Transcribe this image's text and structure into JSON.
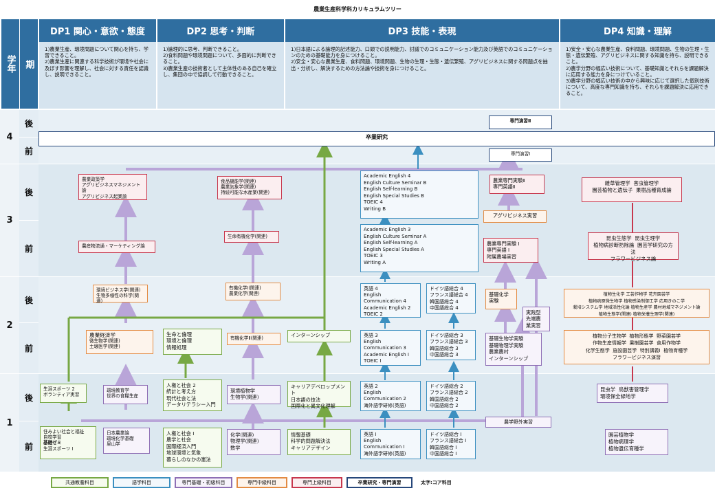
{
  "title": "農業生産科学科カリキュラムツリー",
  "header": {
    "year": "学年",
    "term": "期"
  },
  "dp": [
    {
      "label": "DP1 関心・意欲・態度",
      "desc": [
        "1)農業生産、環境問題について関心を持ち、学習できること。",
        "2)農業生産に関連する科学技術が環境や社会に及ぼす影響を理解し、社会に対する責任を認識し、説明できること。"
      ]
    },
    {
      "label": "DP2 思考・判断",
      "desc": [
        "1)論理的に思考、判断できること。",
        "2)食料問題や環境問題について、多面的に判断できること。",
        "3)農業生産の技術者として主体性のある自己を確立し、集団の中で協調して行動できること。"
      ]
    },
    {
      "label": "DP3 技能・表現",
      "desc": [
        "1)日本語による論理的記述能力、口頭での説明能力、討議でのコミュニケーション能力及び英語でのコミュニケーションのための基礎能力を身につけること。",
        "2)安全・安心な農業生産、食料問題、環境問題、生物の生理・生態・遺伝繁殖、アグリビジネスに関する問題点を抽出・分析し、解決するための方法論や技術を身につけること。"
      ]
    },
    {
      "label": "DP4 知識・理解",
      "desc": [
        "1)安全・安心な農業生産、食料問題、環境問題、生物の生理・生態・遺伝繁殖、アグリビジネスに関する知識を持ち、説明できること。",
        "2)農学分野の幅広い技術について、基礎知識とそれらを課題解決に応用する能力を身につけていること。",
        "3)農学分野の幅広い技術の中から興味に応じて選択した個別技術について、高度な専門知識を持ち、それらを課題解決に応用できること。"
      ]
    }
  ],
  "years": [
    "4",
    "3",
    "2",
    "1"
  ],
  "terms": [
    "後",
    "前",
    "後",
    "前",
    "後",
    "前",
    "後",
    "前"
  ],
  "boxes": {
    "sotsugyo": "卒業研究",
    "senmon2": "専門演習Ⅱ",
    "senmon1": "専門演習Ⅰ",
    "dp1_3a": [
      "農業政策学",
      "アグリビジネスマネジメント論",
      "アグリビジネス起業論"
    ],
    "dp1_3b": "農産物流通・マーケティング論",
    "dp1_2a": [
      "環境ビジネス学(関連)",
      "生物多様性の科学(関連)"
    ],
    "dp1_2b": [
      "農業経済学",
      "微生物学(関連)",
      "土壌医学(関連)"
    ],
    "dp1_1a": [
      "生涯スポーツ 2",
      "ボランティア実習"
    ],
    "dp1_1b": [
      "環境教育学",
      "世界の食糧生産"
    ],
    "dp1_1c": [
      "住みよい社会と福祉",
      "自校学習",
      "基礎ゼミ",
      "生涯スポーツ Ⅰ"
    ],
    "dp1_1d": [
      "日本農業論",
      "環境化学基礎",
      "里山学"
    ],
    "dp2_3a": [
      "食品機能学(関連)",
      "農業気象学(関連)",
      "持続可能な水産業(関連)"
    ],
    "dp2_3b": "生命有機化学(関連)",
    "dp2_2a": [
      "有機化学Ⅰ(関連)",
      "農業化学(関連)"
    ],
    "dp2_2b": "有機化学Ⅱ(関連)",
    "dp2_2c": [
      "生命と倫理",
      "環境と倫理",
      "情報処理"
    ],
    "dp2_1a": [
      "人権と社会 2",
      "統計と考え方",
      "現代社会と法",
      "データリテラシー入門"
    ],
    "dp2_1b": [
      "環境植物学",
      "生物学(関連)"
    ],
    "dp2_1c": [
      "人権と社会 Ⅰ",
      "農学と社会",
      "国際経済入門",
      "地球環境と気象",
      "暮らしのなかの憲法"
    ],
    "dp2_1d": [
      "化学(関連)",
      "物理学(関連)",
      "数学"
    ],
    "dp3_intern": "インターンシップ",
    "dp3_career": [
      "キャリアデベロップメント",
      "日本語の技法",
      "国際化と異文化理解"
    ],
    "dp3_joho": [
      "情報基礎",
      "科学的問題解決法",
      "キャリアデザイン"
    ],
    "eng_3b": [
      "Academic English 4",
      "English Culture Seminar B",
      "English Self-learning B",
      "English Special Studies B",
      "TOEIC 4",
      "Writing B"
    ],
    "eng_3a": [
      "Academic English 3",
      "English Culture Seminar A",
      "English Self-learning A",
      "English Special Studies A",
      "TOEIC 3",
      "Writing A"
    ],
    "eng_2b": [
      "英語 4",
      "English",
      "Communication 4",
      "Academic English 2",
      "TOEIC 2"
    ],
    "eng_2a": [
      "英語 3",
      "English",
      "Communication 3",
      "Academic English Ⅰ",
      "TOEIC Ⅰ"
    ],
    "eng_1b": [
      "英語 2",
      "English",
      "Communication 2",
      "海外語学研修(英語)"
    ],
    "eng_1a": [
      "英語 Ⅰ",
      "English",
      "Communication Ⅰ",
      "海外語学研修(英語)"
    ],
    "lang_2b": [
      "ドイツ語総合 4",
      "フランス語総合 4",
      "韓国語総合 4",
      "中国語総合 4"
    ],
    "lang_2a": [
      "ドイツ語総合 3",
      "フランス語総合 3",
      "韓国語総合 3",
      "中国語総合 3"
    ],
    "lang_1b": [
      "ドイツ語総合 2",
      "フランス語総合 2",
      "韓国語総合 2",
      "中国語総合 2"
    ],
    "lang_1a": [
      "ドイツ語総合 Ⅰ",
      "フランス語総合 Ⅰ",
      "韓国語総合 Ⅰ",
      "中国語総合 Ⅰ"
    ],
    "spec_3b": [
      "農業専門実験Ⅱ",
      "専門英語Ⅱ"
    ],
    "agri_jisshu": "アグリビジネス実習",
    "spec_3a": [
      "農業専門実験 Ⅰ",
      "専門英語 Ⅰ",
      "附属農場実習"
    ],
    "kiso_kagaku": [
      "基礎化学",
      "実験"
    ],
    "jissen": [
      "実践型",
      "先端農",
      "業実習"
    ],
    "kiso_2a": [
      "基礎生物学実験",
      "基礎物理学実験",
      "農業農村",
      "インターンシップ"
    ],
    "yagai": "農学野外実習",
    "dp4_3b": [
      "雑草管理学",
      "害虫管理学",
      "園芸植物と遺伝子",
      "果樹品種育成論"
    ],
    "dp4_3a": [
      "昆虫生態学",
      "昆虫生理学",
      "植物病診断防除論",
      "園芸学研究の方法",
      "フラワービジネス論"
    ],
    "dp4_2b": [
      "植物生化学",
      "工芸作物学",
      "花卉園芸学",
      "植物病原微生物学",
      "植物感染制御工学",
      "応用きのこ学",
      "栽培システム学",
      "地域活性化論",
      "植物生産学",
      "農村地域マネジメント論",
      "植物生態学(関連)",
      "植物栄養生理学(関連)"
    ],
    "dp4_2a": [
      "植物分子生物学",
      "植物形態学",
      "野菜園芸学",
      "作物生産情報学",
      "果樹園芸学",
      "食用作物学",
      "化学生態学",
      "施設園芸学",
      "特別講義Ⅰ",
      "植物育種学",
      "フラワービジネス演習"
    ],
    "dp4_1b": [
      "昆虫学",
      "鳥獣害管理学",
      "環境保全緑地学"
    ],
    "dp4_1a": [
      "園芸植物学",
      "植物病理学",
      "植物遺伝育種学"
    ]
  },
  "legend": [
    "共通教養科目",
    "語学科目",
    "専門基礎・初級科目",
    "専門中級科目",
    "専門上級科目",
    "卒業研究・専門演習",
    "太字:コア科目"
  ],
  "colors": {
    "header": "#2f6ea0",
    "common": "#77a844",
    "lang": "#3b8fc0",
    "basic": "#8e6fb5",
    "mid": "#e38b43",
    "adv": "#c7374d",
    "thesis": "#26477a"
  }
}
